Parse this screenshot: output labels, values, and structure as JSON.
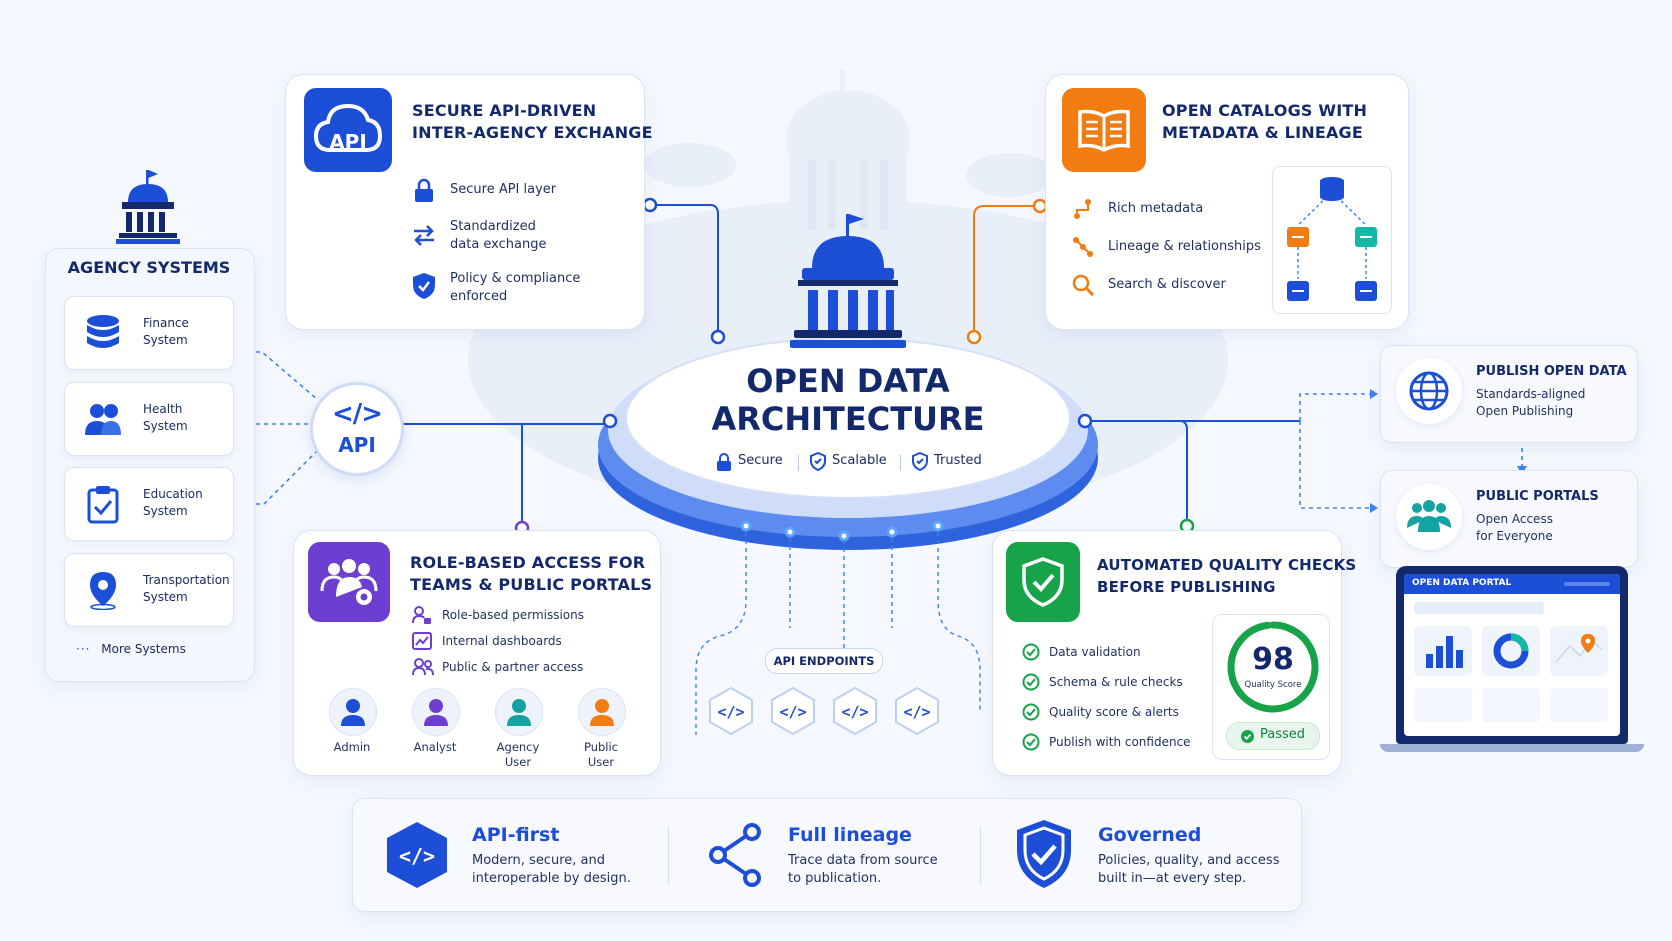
{
  "center": {
    "title_line1": "OPEN DATA",
    "title_line2": "ARCHITECTURE",
    "badges": [
      "Secure",
      "Scalable",
      "Trusted"
    ]
  },
  "agency": {
    "title": "AGENCY SYSTEMS",
    "systems": [
      "Finance\nSystem",
      "Health\nSystem",
      "Education\nSystem",
      "Transportation\nSystem"
    ],
    "more": "More Systems"
  },
  "api_node": {
    "label": "API"
  },
  "secure_api": {
    "icon_text": "API",
    "title": "SECURE API-DRIVEN\nINTER-AGENCY EXCHANGE",
    "items": [
      "Secure API layer",
      "Standardized\ndata exchange",
      "Policy & compliance\nenforced"
    ]
  },
  "catalogs": {
    "title": "OPEN CATALOGS WITH\nMETADATA & LINEAGE",
    "items": [
      "Rich metadata",
      "Lineage & relationships",
      "Search & discover"
    ]
  },
  "roles": {
    "title": "ROLE-BASED ACCESS FOR\nTEAMS & PUBLIC PORTALS",
    "items": [
      "Role-based permissions",
      "Internal dashboards",
      "Public & partner access"
    ],
    "users": [
      "Admin",
      "Analyst",
      "Agency\nUser",
      "Public\nUser"
    ]
  },
  "endpoints": {
    "label": "API ENDPOINTS"
  },
  "quality": {
    "title": "AUTOMATED QUALITY CHECKS\nBEFORE PUBLISHING",
    "items": [
      "Data validation",
      "Schema & rule checks",
      "Quality score & alerts",
      "Publish with confidence"
    ],
    "score": 98,
    "score_label": "Quality Score",
    "passed": "Passed"
  },
  "publish": {
    "title": "PUBLISH OPEN DATA",
    "desc": "Standards-aligned\nOpen Publishing"
  },
  "portals": {
    "title": "PUBLIC PORTALS",
    "desc": "Open Access\nfor Everyone",
    "screen_title": "OPEN DATA PORTAL"
  },
  "bottom": [
    {
      "title": "API-first",
      "desc": "Modern, secure, and\ninteroperable by design."
    },
    {
      "title": "Full lineage",
      "desc": "Trace data from source\nto publication."
    },
    {
      "title": "Governed",
      "desc": "Policies, quality, and access\nbuilt in—at every step."
    }
  ],
  "colors": {
    "primary": "#1d4ed8",
    "navy": "#13296b",
    "orange": "#f07c12",
    "green": "#16a34a",
    "purple": "#6d3fd0"
  }
}
